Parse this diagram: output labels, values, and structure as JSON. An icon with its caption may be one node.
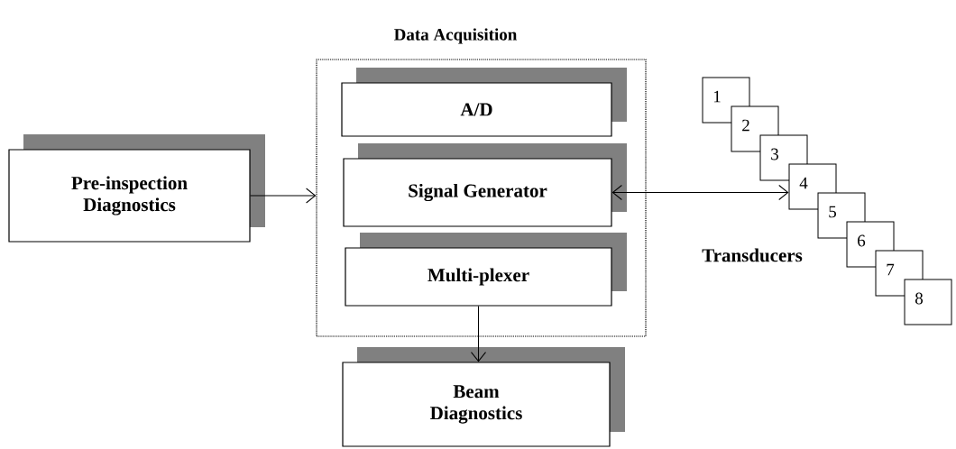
{
  "diagram": {
    "nodes": [
      {
        "text": [
          "Pre-inspection Diagnostics"
        ]
      },
      {
        "text": [
          "Data Acquisition"
        ]
      },
      {
        "text": [
          "A/D"
        ],
        "in": 1
      },
      {
        "text": [
          "Signal Generator"
        ],
        "in": 1
      },
      {
        "text": [
          "Multi-plexer"
        ],
        "in": 1
      },
      {
        "text": [
          "Beam Diagnostics"
        ]
      },
      {
        "text": [
          "1"
        ]
      },
      {
        "text": [
          "2"
        ]
      },
      {
        "text": [
          "3"
        ]
      },
      {
        "text": [
          "4"
        ]
      },
      {
        "text": [
          "5"
        ]
      },
      {
        "text": [
          "6"
        ]
      },
      {
        "text": [
          "7"
        ]
      },
      {
        "text": [
          "8"
        ]
      }
    ],
    "edges": [
      {
        "from": 0,
        "to": 1,
        "arrow": "to"
      },
      {
        "from": 3,
        "to": 9,
        "arrow": "both"
      },
      {
        "from": 4,
        "to": 5,
        "arrow": "to"
      }
    ],
    "labels": [
      "Transducers"
    ]
  }
}
